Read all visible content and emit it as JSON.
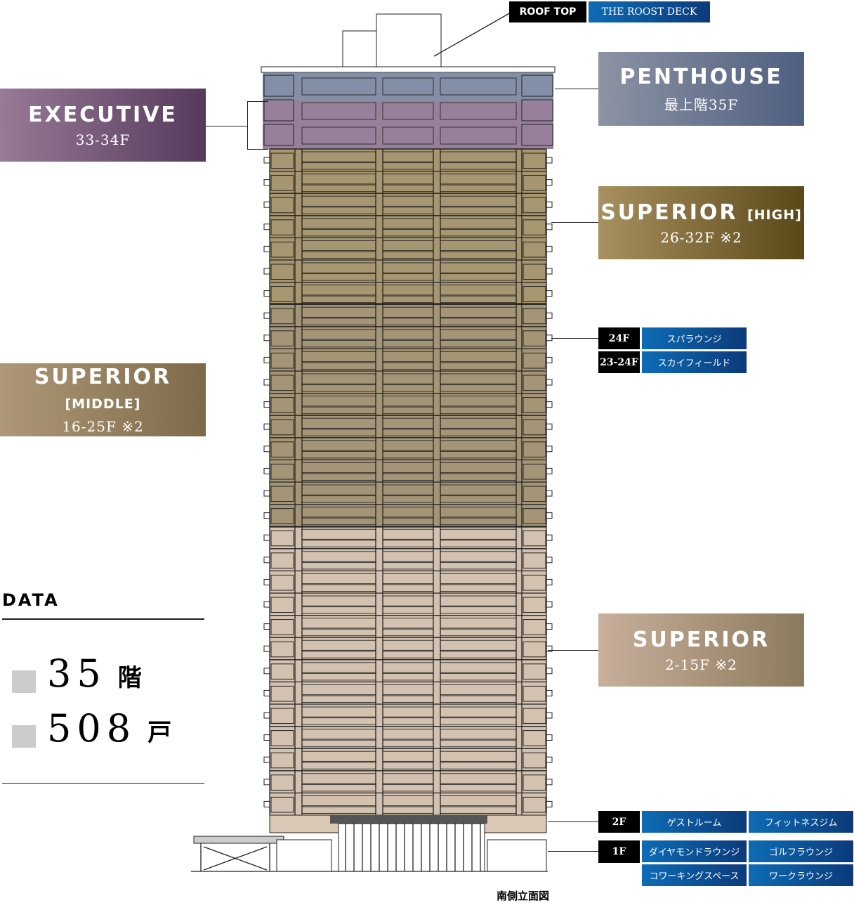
{
  "roof": {
    "label": "ROOF TOP",
    "name": "THE ROOST DECK"
  },
  "zones": {
    "penthouse": {
      "title": "PENTHOUSE",
      "floors": "最上階35F"
    },
    "executive": {
      "title": "EXECUTIVE",
      "floors": "33-34F"
    },
    "superior_high": {
      "title": "SUPERIOR",
      "sub": "[HIGH]",
      "floors": "26-32F ※2"
    },
    "superior_middle": {
      "title": "SUPERIOR",
      "sub": "[MIDDLE]",
      "floors": "16-25F ※2"
    },
    "superior": {
      "title": "SUPERIOR",
      "floors": "2-15F ※2"
    }
  },
  "facilities": {
    "f24": {
      "floor": "24F",
      "items": [
        "スパラウンジ"
      ]
    },
    "f2324": {
      "floor": "23-24F",
      "items": [
        "スカイフィールド"
      ]
    },
    "f2": {
      "floor": "2F",
      "items": [
        "ゲストルーム",
        "フィットネスジム"
      ]
    },
    "f1": {
      "floor": "1F",
      "items": [
        "ダイヤモンドラウンジ",
        "ゴルフラウンジ",
        "コワーキングスペース",
        "ワークラウンジ"
      ]
    }
  },
  "data": {
    "title": "DATA",
    "stats": [
      {
        "value": "35",
        "unit": "階"
      },
      {
        "value": "508",
        "unit": "戸"
      }
    ]
  },
  "caption": "南側立面図",
  "colors": {
    "penthouse": "#5a6a88",
    "executive": "#6b4a6e",
    "high": "#8a7440",
    "middle": "#8f7a55",
    "low": "#c4ae95",
    "blue": "#0c4a94"
  }
}
